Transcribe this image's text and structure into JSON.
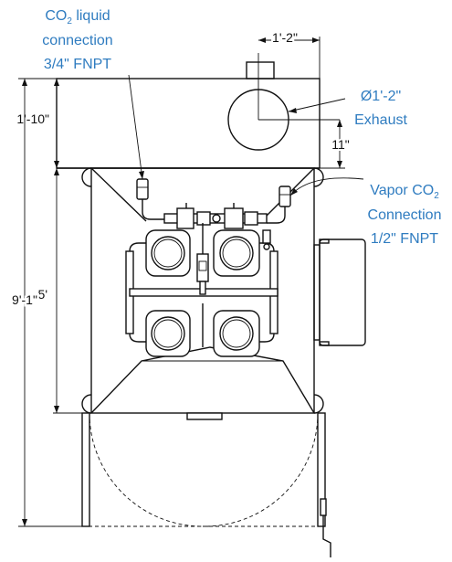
{
  "callouts": {
    "co2_liquid": {
      "line1_prefix": "CO",
      "line1_sub": "2",
      "line1_suffix": " liquid",
      "line2": "connection",
      "line3": "3/4\" FNPT"
    },
    "exhaust": {
      "line1": "Ø1'-2\"",
      "line2": "Exhaust"
    },
    "vapor_co2": {
      "line1_prefix": "Vapor CO",
      "line1_sub": "2",
      "line2": "Connection",
      "line3": "1/2\" FNPT"
    }
  },
  "dimensions": {
    "exhaust_offset_x": "1'-2\"",
    "top_section_height": "1'-10\"",
    "exhaust_offset_y": "11\"",
    "box_height": "5'",
    "overall_height": "9'-1\""
  },
  "colors": {
    "callout_text": "#2f7cc0",
    "linework": "#111111"
  }
}
